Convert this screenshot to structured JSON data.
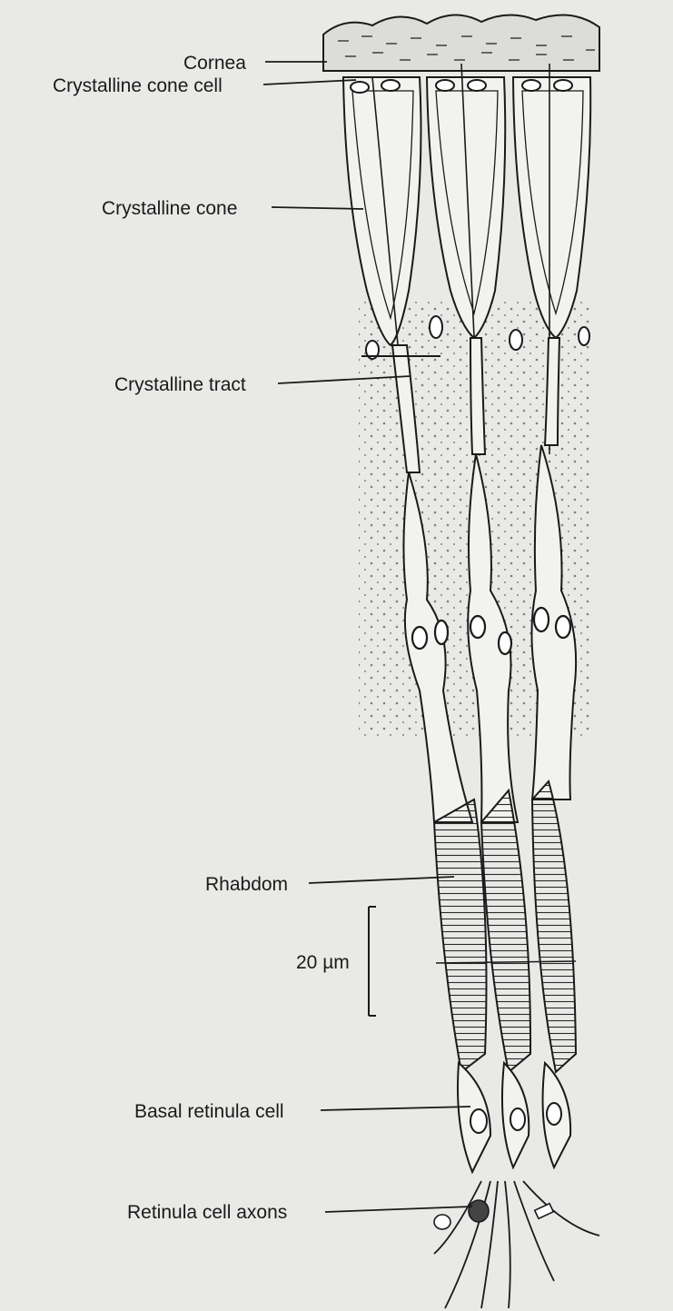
{
  "labels": {
    "cornea": "Cornea",
    "crystalline_cone_cell": "Crystalline cone cell",
    "crystalline_cone": "Crystalline cone",
    "crystalline_tract": "Crystalline tract",
    "rhabdom": "Rhabdom",
    "scale": "20 µm",
    "basal_retinula_cell": "Basal retinula cell",
    "retinula_cell_axons": "Retinula cell axons"
  },
  "colors": {
    "background": "#e9e9e7",
    "ink": "#1a1a1a",
    "cornea_fill": "#dcdcd8",
    "cell_fill": "#f2f2ef"
  }
}
